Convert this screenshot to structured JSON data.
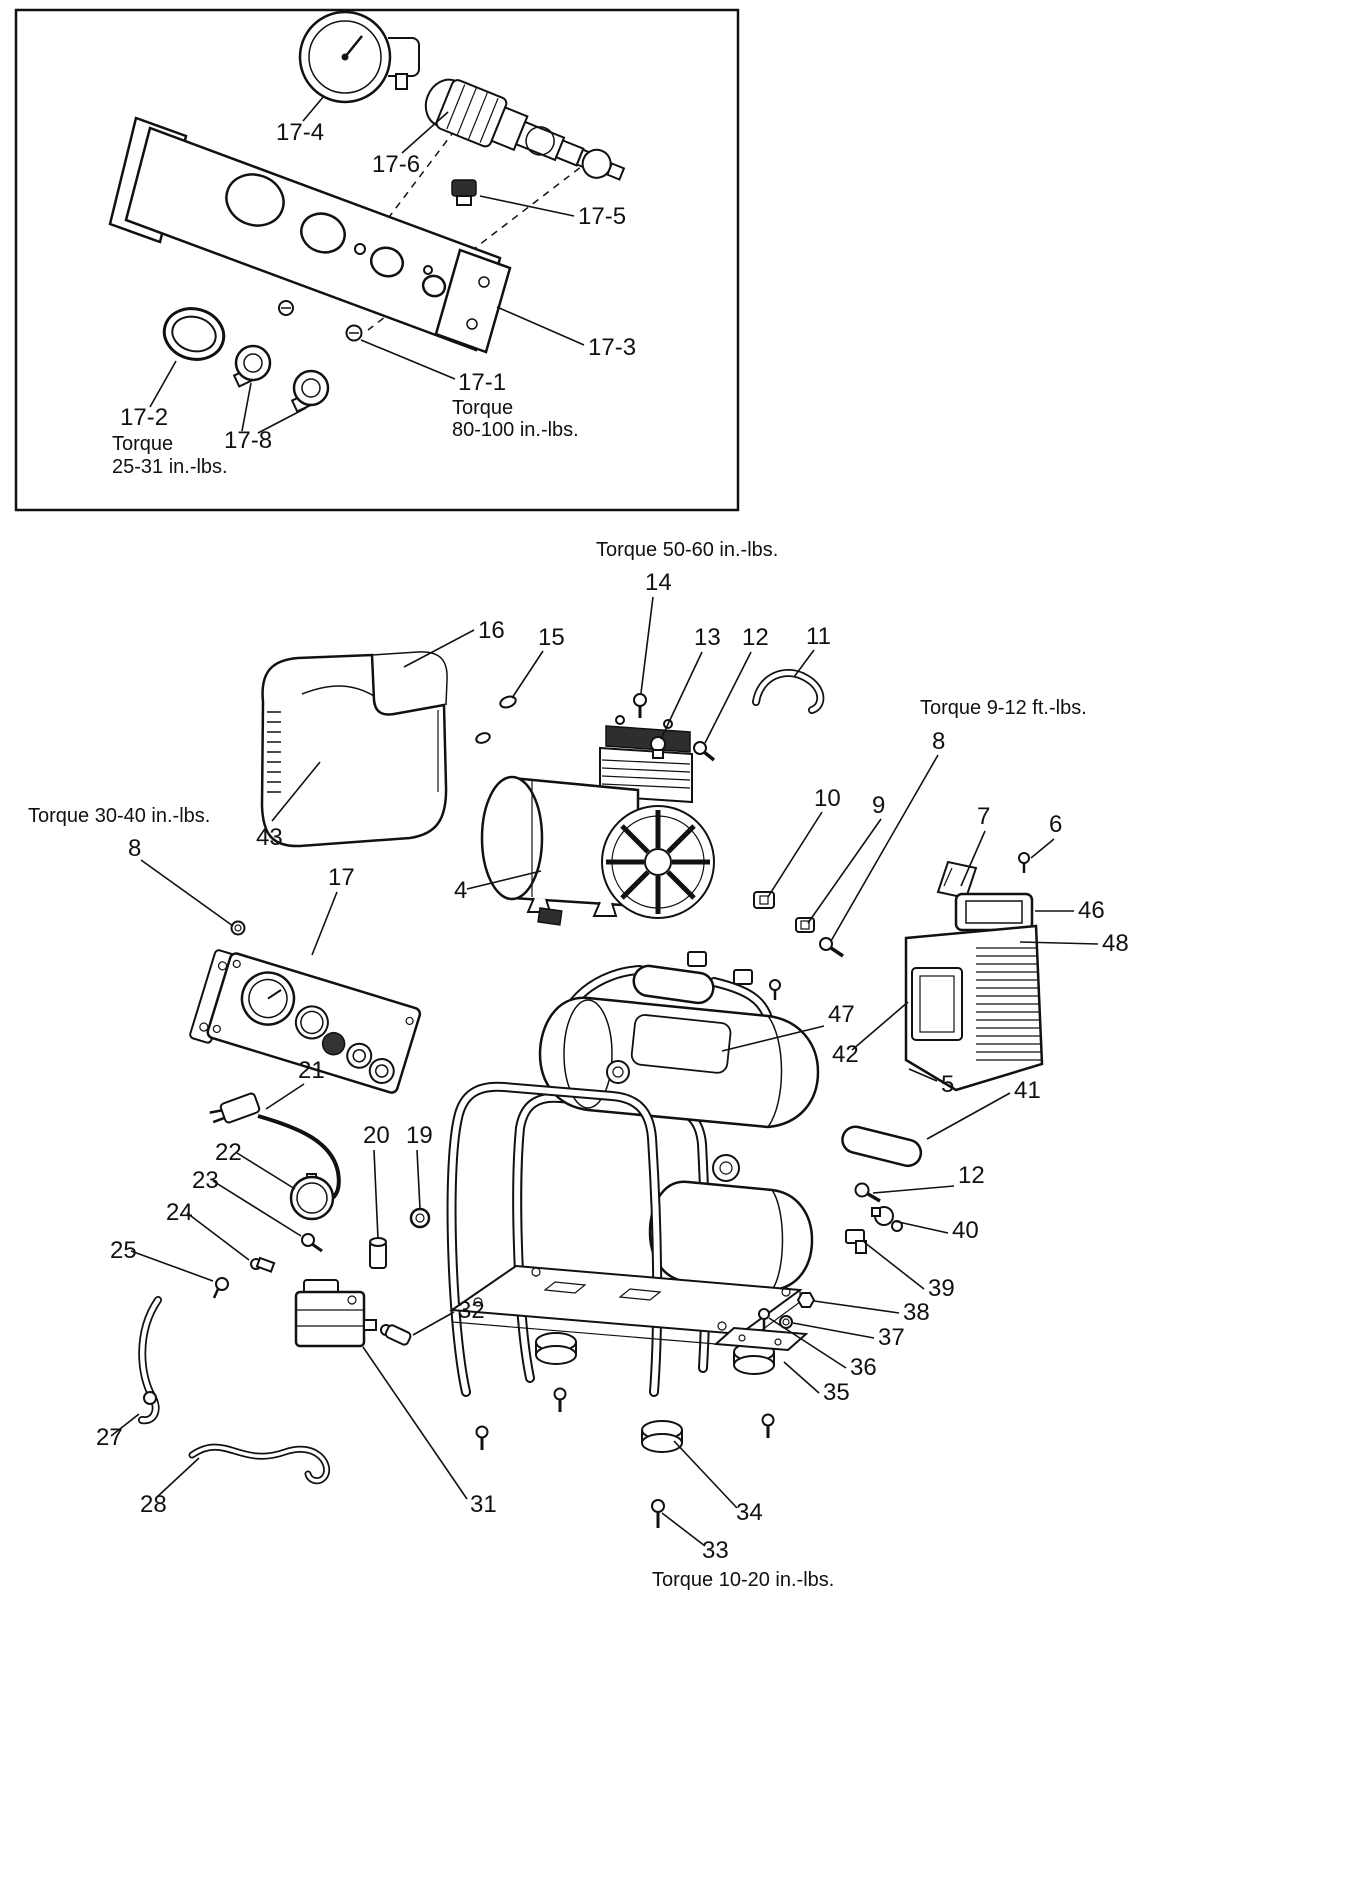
{
  "figure": {
    "type": "exploded-parts-diagram",
    "subject": "portable air compressor",
    "line_color": "#111111",
    "background": "#ffffff"
  },
  "inset": {
    "callouts": {
      "c17_4": "17-4",
      "c17_6": "17-6",
      "c17_5": "17-5",
      "c17_3": "17-3",
      "c17_1": "17-1",
      "c17_2": "17-2",
      "c17_8": "17-8"
    },
    "notes": {
      "torque_17_1_line1": "Torque",
      "torque_17_1_line2": "80-100 in.-lbs.",
      "torque_17_2_line1": "Torque",
      "torque_17_2_line2": "25-31 in.-lbs."
    }
  },
  "main": {
    "callouts": {
      "c4": "4",
      "c5": "5",
      "c6": "6",
      "c7": "7",
      "c8_left": "8",
      "c8_right": "8",
      "c9": "9",
      "c10": "10",
      "c11": "11",
      "c12_top": "12",
      "c12_right": "12",
      "c13": "13",
      "c14": "14",
      "c15": "15",
      "c16": "16",
      "c17": "17",
      "c19": "19",
      "c20": "20",
      "c21": "21",
      "c22": "22",
      "c23": "23",
      "c24": "24",
      "c25": "25",
      "c27": "27",
      "c28": "28",
      "c31": "31",
      "c32": "32",
      "c33": "33",
      "c34": "34",
      "c35": "35",
      "c36": "36",
      "c37": "37",
      "c38": "38",
      "c39": "39",
      "c40": "40",
      "c41": "41",
      "c42": "42",
      "c43": "43",
      "c46": "46",
      "c47": "47",
      "c48": "48"
    },
    "notes": {
      "torque_14": "Torque 50-60 in.-lbs.",
      "torque_8_right": "Torque 9-12 ft.-lbs.",
      "torque_8_left": "Torque 30-40 in.-lbs.",
      "torque_33": "Torque 10-20 in.-lbs."
    }
  }
}
